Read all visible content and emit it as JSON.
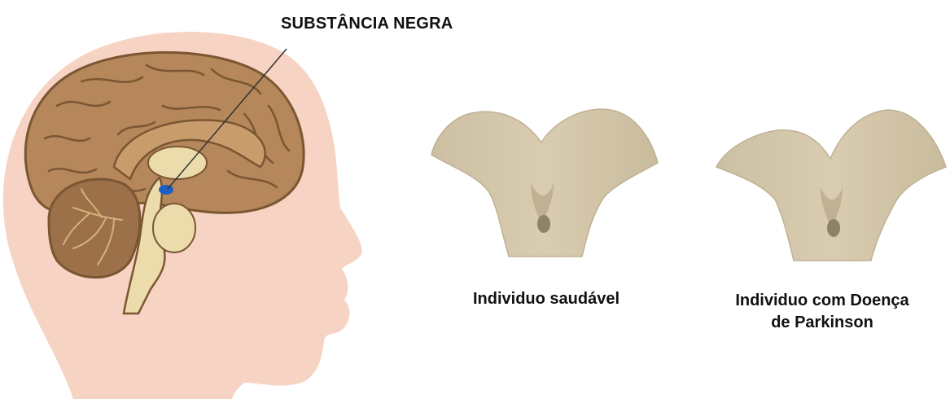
{
  "labels": {
    "region": "SUBSTÂNCIA NEGRA",
    "healthy": "Individuo saudável",
    "parkinson_line1": "Individuo com Doença",
    "parkinson_line2": "de Parkinson"
  },
  "colors": {
    "skin": "#f6d3c2",
    "brain": "#b5875a",
    "brain_outline": "#7a5632",
    "inner": "#ecdcac",
    "substantia_nigra": "#1f5fc4",
    "midbrain": "#d8cbae",
    "midbrain_shadow": "#bfb192"
  },
  "icons": {
    "head": "head-profile-icon",
    "brain": "brain-sagittal-icon",
    "midbrain_healthy": "midbrain-section-icon",
    "midbrain_parkinson": "midbrain-section-icon"
  }
}
